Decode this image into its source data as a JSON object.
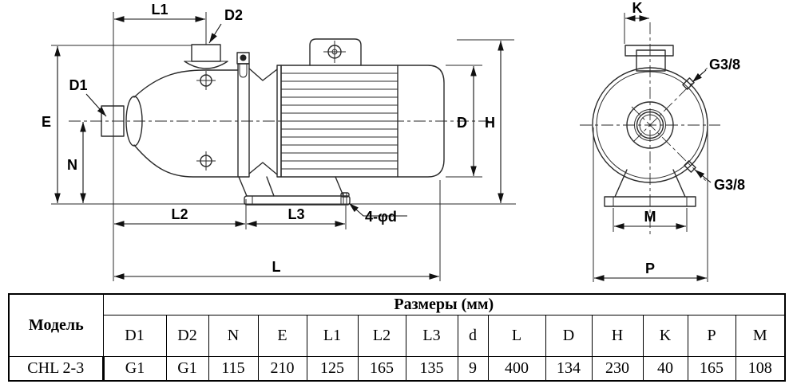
{
  "drawing": {
    "side_view_labels": {
      "l1": "L1",
      "d2": "D2",
      "d1": "D1",
      "e": "E",
      "n": "N",
      "l2": "L2",
      "l3": "L3",
      "holes": "4-φd",
      "l": "L",
      "d": "D",
      "h": "H"
    },
    "end_view_labels": {
      "k": "K",
      "g38_top": "G3/8",
      "g38_bottom": "G3/8",
      "m": "M",
      "p": "P"
    }
  },
  "table": {
    "model_header": "Модель",
    "dims_header": "Размеры (мм)",
    "columns": [
      "D1",
      "D2",
      "N",
      "E",
      "L1",
      "L2",
      "L3",
      "d",
      "L",
      "D",
      "H",
      "K",
      "P",
      "M"
    ],
    "rows": [
      {
        "model": "CHL 2-3",
        "values": [
          "G1",
          "G1",
          "115",
          "210",
          "125",
          "165",
          "135",
          "9",
          "400",
          "134",
          "230",
          "40",
          "165",
          "108"
        ]
      }
    ]
  }
}
